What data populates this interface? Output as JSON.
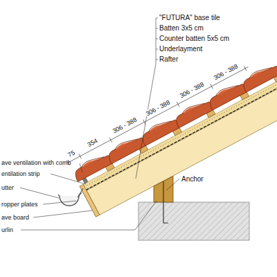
{
  "diagram": {
    "labels": [
      "\"FUTURA\" base tile",
      "Batten 3x5 cm",
      "Counter batten 5x5 cm",
      "Underlayment",
      "Rafter",
      "75",
      "354",
      "306 - 388",
      "306 - 388",
      "306 - 388",
      "306 - 388",
      "ave ventilation with comb",
      "entilation strip",
      "utter",
      "ropper plates",
      "ave board",
      "urlin",
      "Anchor"
    ]
  }
}
